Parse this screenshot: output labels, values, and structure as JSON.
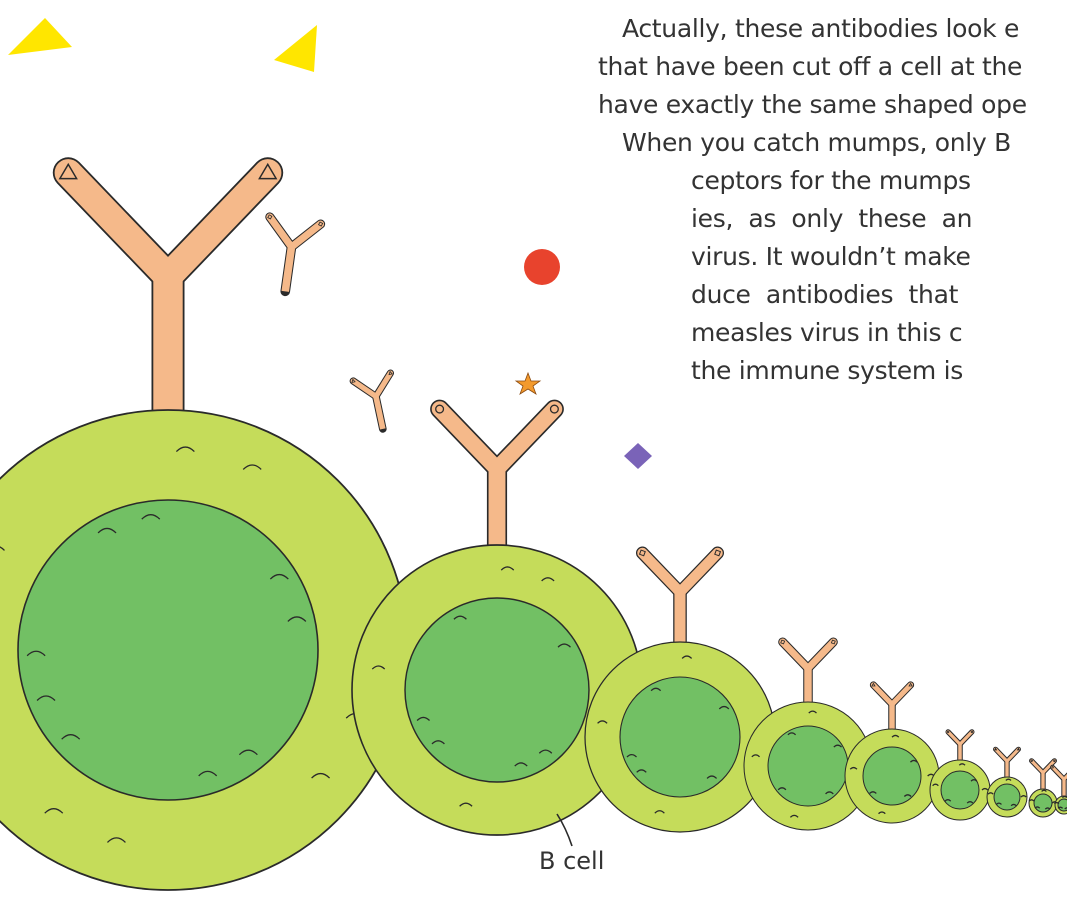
{
  "text_lines": [
    "Actually, these antibodies look e",
    "that have been cut off a cell at the",
    "have exactly the same shaped ope",
    "When you catch mumps, only B",
    "ceptors for the mumps",
    "ies,  as  only  these  an",
    "virus. It wouldn’t make",
    "duce  antibodies  that",
    "measles virus in this c",
    "the immune system is"
  ],
  "caption": "B cell",
  "colors": {
    "antibody": "#f5b98a",
    "cell_outer": "#c5dc5a",
    "cell_nucleus": "#72c064",
    "outline": "#2a2a2a",
    "triangle_antigen": "#ffe600",
    "circle_antigen": "#e8432d",
    "diamond_antigen": "#7a63b8",
    "star_antigen": "#f39a2d"
  },
  "icons": [
    "yellow-triangle-antigen",
    "red-circle-antigen",
    "purple-diamond-antigen",
    "orange-star-antigen"
  ]
}
